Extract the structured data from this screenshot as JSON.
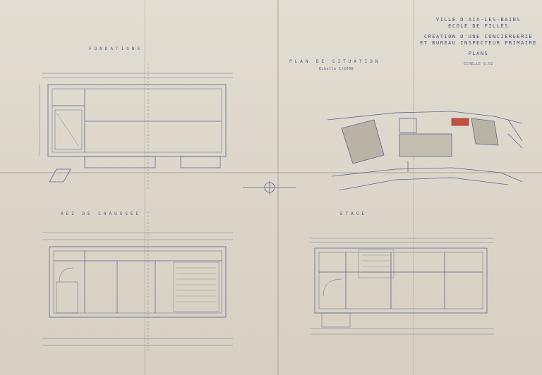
{
  "title_block": {
    "line1": "VILLE D'AIX-LES-BAINS",
    "line2": "ECOLE DE FILLES",
    "line3": "CREATION D'UNE CONCIERGERIE",
    "line4": "ET BUREAU INSPECTEUR PRIMAIRE",
    "line5": "PLANS",
    "scale": "ECHELLE 0.02"
  },
  "labels": {
    "fondations": "FONDATIONS",
    "plan_situation": "PLAN DE SITUATION",
    "situation_scale": "Echelle 1/2000",
    "rez_de_chaussee": "REZ DE CHAUSSEE",
    "etage": "ETAGE"
  },
  "colors": {
    "ink": "#4a5a8a",
    "paper": "#dcd6ca",
    "accent": "#c05040"
  }
}
